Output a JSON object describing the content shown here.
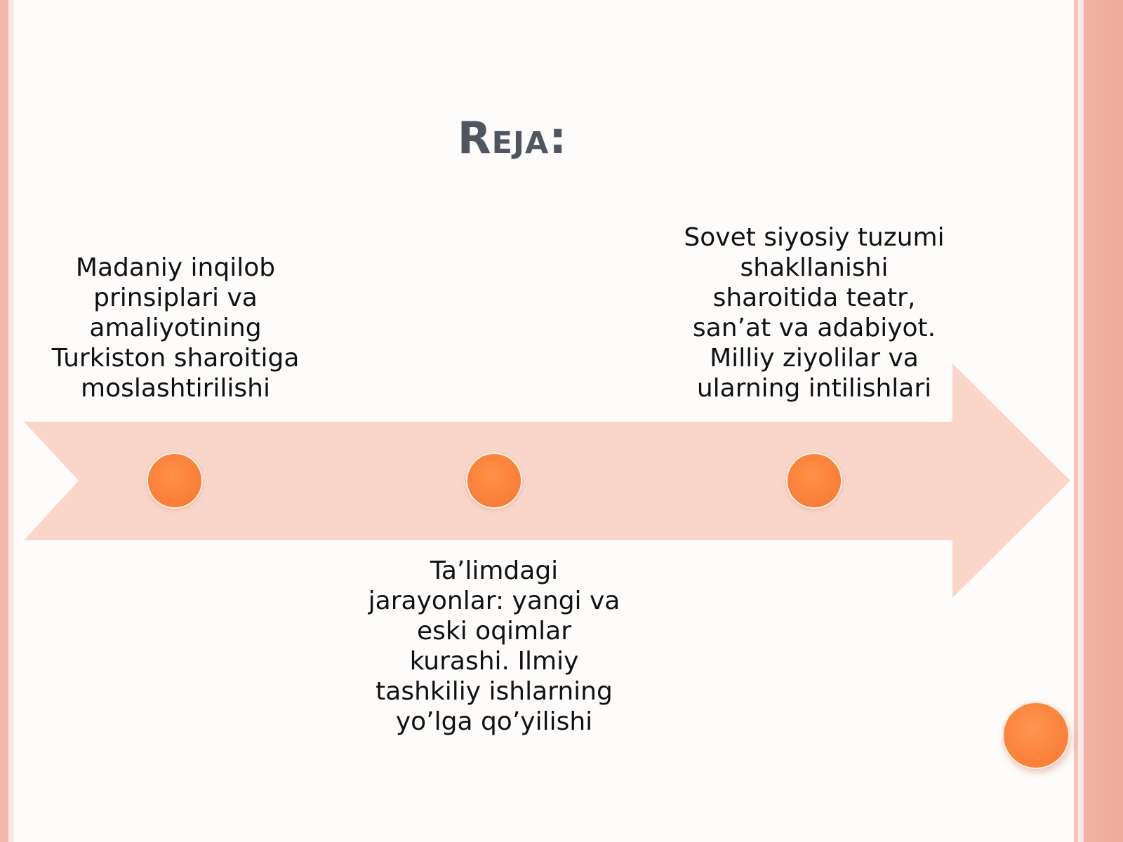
{
  "slide": {
    "title": "Reja:",
    "colors": {
      "arrow": "#f9d2c4",
      "dot": "#f7772f",
      "title": "#505660",
      "border": "#f2b3a4"
    }
  },
  "timeline": {
    "items": [
      {
        "text": "Madaniy inqilob\nprinsiplari va\namaliyotining\nTurkiston sharoitiga\nmoslashtirilishi"
      },
      {
        "text": "Ta’limdagi\njarayonlar: yangi va\neski oqimlar\nkurashi. Ilmiy\ntashkiliy ishlarning\nyo’lga qo’yilishi"
      },
      {
        "text": "Sovet siyosiy tuzumi\nshakllanishi\nsharoitida teatr,\nsan’at va adabiyot.\nMilliy ziyolilar va\nularning intilishlari"
      }
    ]
  }
}
